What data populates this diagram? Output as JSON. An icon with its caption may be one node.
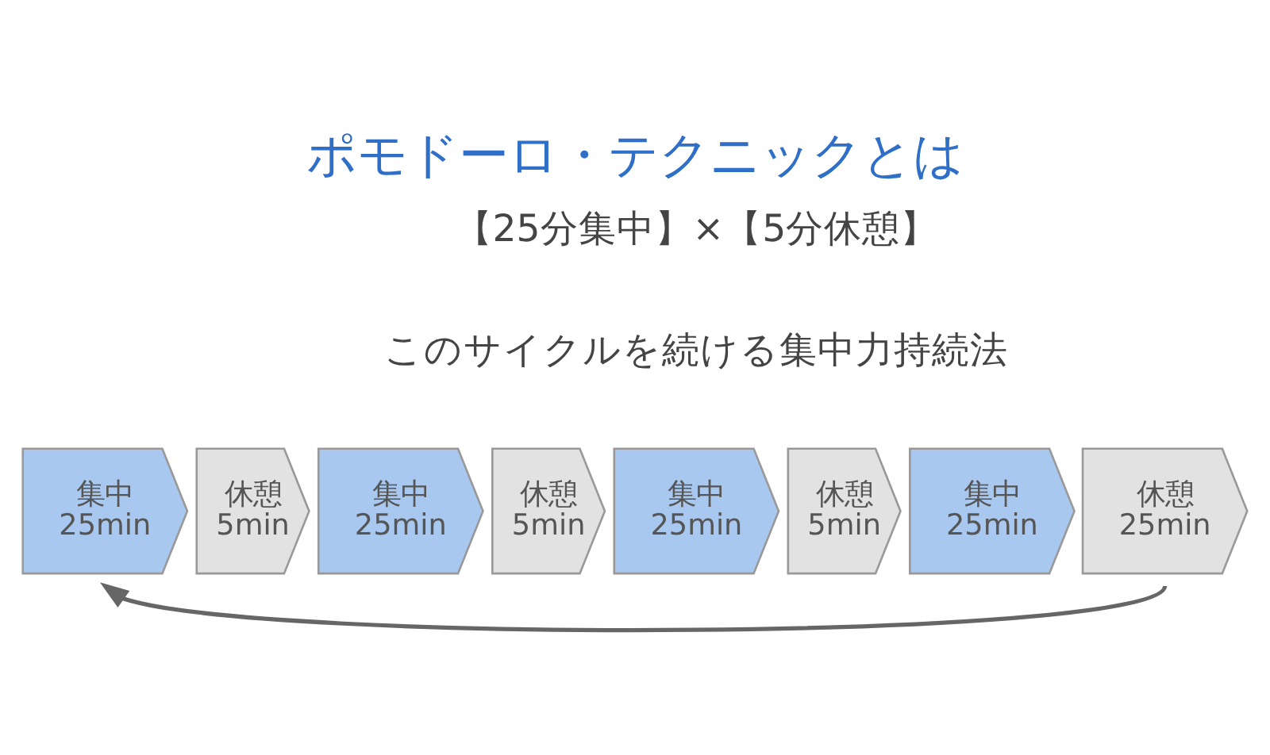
{
  "diagram": {
    "title": "ポモドーロ・テクニックとは",
    "nodes": [
      {
        "text": [
          "集中 25min"
        ]
      },
      {
        "text": [
          "休憩 5min"
        ]
      },
      {
        "text": [
          "集中 25min"
        ]
      },
      {
        "text": [
          "休憩 5min"
        ]
      },
      {
        "text": [
          "集中 25min"
        ]
      },
      {
        "text": [
          "休憩 5min"
        ]
      },
      {
        "text": [
          "集中 25min"
        ]
      },
      {
        "text": [
          "休憩 25min"
        ]
      }
    ],
    "edges": [
      {
        "from": 7,
        "to": 0,
        "arrow": "to"
      }
    ],
    "labels": [
      "【25分集中】×【5分休憩】",
      "このサイクルを続ける集中力持続法"
    ]
  }
}
